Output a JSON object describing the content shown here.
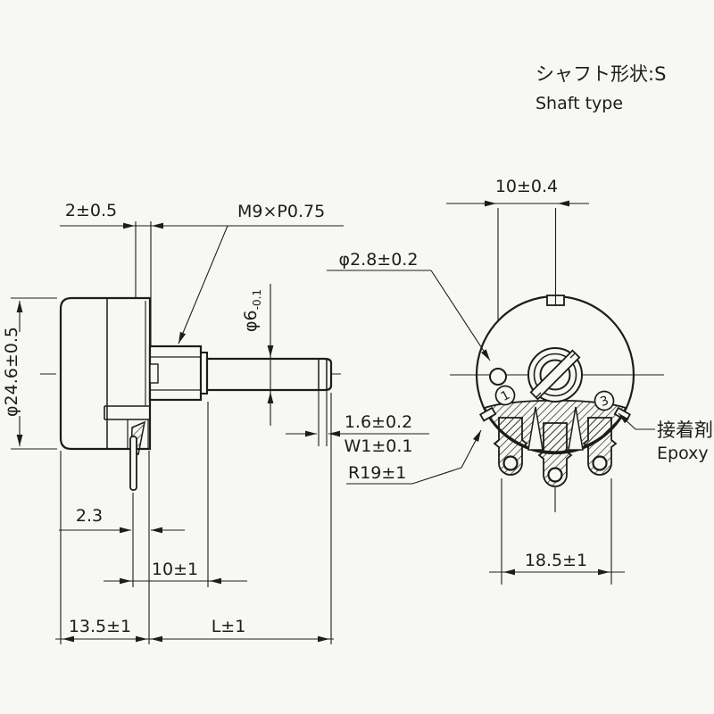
{
  "canvas": {
    "bg": "#f7f7f4",
    "ink": "#1c1c1c"
  },
  "header": {
    "shaft_type_ja": "シャフト形状:S",
    "shaft_type_en": "Shaft type"
  },
  "side_view": {
    "dims": {
      "body_diameter": "φ24.6±0.5",
      "cover_gap": "2±0.5",
      "thread_spec": "M9×P0.75",
      "shaft_diameter": "φ6",
      "shaft_diameter_tol": "-0.1",
      "flat_length": "1.6±0.2",
      "flat_width": "W1±0.1",
      "lug_offset": "2.3",
      "lug_to_bushing_face": "10±1",
      "body_depth": "13.5±1",
      "shaft_length": "L±1"
    }
  },
  "front_view": {
    "dims": {
      "hole_offset": "10±0.4",
      "hole_diameter": "φ2.8±0.2",
      "terminal_span": "18.5±1",
      "terminal_bend_radius": "R19±1"
    },
    "terminals": {
      "t1": "1",
      "t3": "3"
    },
    "epoxy_ja": "接着剤",
    "epoxy_en": "Epoxy"
  }
}
